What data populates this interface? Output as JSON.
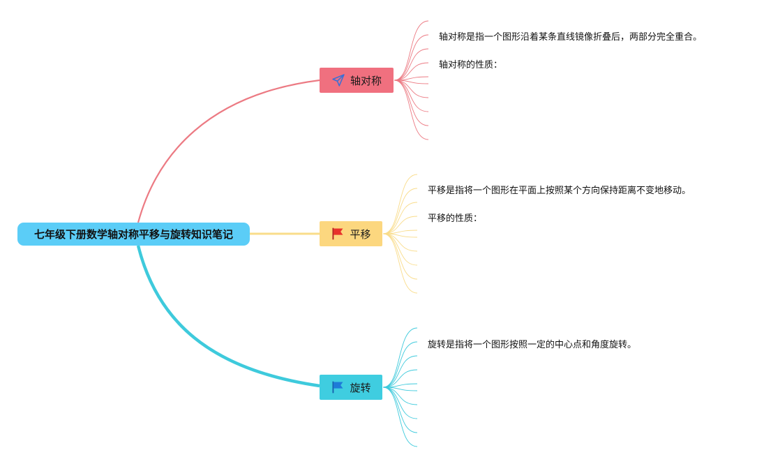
{
  "colors": {
    "root": "#5bcdf7",
    "axis": "#f0707f",
    "axis_link": "#ec7a83",
    "translate": "#fcd77f",
    "translate_link": "#f9dc8a",
    "rotate": "#3fcde0",
    "rotate_link": "#3ecadc",
    "sent_icon": "#3a6fd6",
    "flag_red": "#e8322b",
    "flag_blue": "#1e7bd8"
  },
  "root": {
    "label": "七年级下册数学轴对称平移与旋转知识笔记"
  },
  "branches": [
    {
      "id": "axis",
      "label": "轴对称",
      "icon": "send-icon",
      "notes": [
        "轴对称是指一个图形沿着某条直线镜像折叠后，两部分完全重合。",
        "轴对称的性质："
      ]
    },
    {
      "id": "translate",
      "label": "平移",
      "icon": "flag-icon",
      "notes": [
        "平移是指将一个图形在平面上按照某个方向保持距离不变地移动。",
        "平移的性质："
      ]
    },
    {
      "id": "rotate",
      "label": "旋转",
      "icon": "flag-icon",
      "notes": [
        "旋转是指将一个图形按照一定的中心点和角度旋转。"
      ]
    }
  ]
}
